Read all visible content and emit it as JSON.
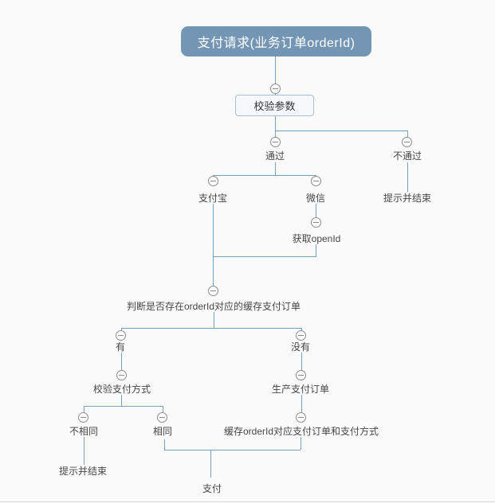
{
  "diagram": {
    "type": "mind-map-flowchart",
    "background": "#fafafa",
    "colors": {
      "root_node_fill": "#7496b5",
      "root_node_text": "#ffffff",
      "topic_box_fill": "#f5f9fc",
      "topic_box_border": "#a2c0d8",
      "connector_line": "#769fc0",
      "label_text": "#464646",
      "collapse_icon_gray": "#8c8c8c"
    },
    "nodes": {
      "root": {
        "label": "支付请求(业务订单orderId)"
      },
      "validate_params": {
        "label": "校验参数"
      },
      "pass": {
        "label": "通过"
      },
      "fail": {
        "label": "不通过"
      },
      "fail_end": {
        "label": "提示并结束"
      },
      "alipay": {
        "label": "支付宝"
      },
      "wechat": {
        "label": "微信"
      },
      "get_openid": {
        "label": "获取openId"
      },
      "check_cached": {
        "label": "判断是否存在orderId对应的缓存支付订单"
      },
      "yes": {
        "label": "有"
      },
      "no": {
        "label": "没有"
      },
      "verify_method": {
        "label": "校验支付方式"
      },
      "create_order": {
        "label": "生产支付订单"
      },
      "not_same": {
        "label": "不相同"
      },
      "same": {
        "label": "相同"
      },
      "cache_order": {
        "label": "缓存orderId对应支付订单和支付方式"
      },
      "not_same_end": {
        "label": "提示并结束"
      },
      "pay": {
        "label": "支付"
      }
    },
    "edges": [
      [
        "root",
        "validate_params"
      ],
      [
        "validate_params",
        "pass"
      ],
      [
        "validate_params",
        "fail"
      ],
      [
        "pass",
        "alipay"
      ],
      [
        "pass",
        "wechat"
      ],
      [
        "wechat",
        "get_openid"
      ],
      [
        "fail",
        "fail_end"
      ],
      [
        "alipay",
        "check_cached"
      ],
      [
        "get_openid",
        "check_cached"
      ],
      [
        "check_cached",
        "yes"
      ],
      [
        "check_cached",
        "no"
      ],
      [
        "yes",
        "verify_method"
      ],
      [
        "no",
        "create_order"
      ],
      [
        "verify_method",
        "not_same"
      ],
      [
        "verify_method",
        "same"
      ],
      [
        "create_order",
        "cache_order"
      ],
      [
        "not_same",
        "not_same_end"
      ],
      [
        "same",
        "pay"
      ],
      [
        "cache_order",
        "pay"
      ]
    ]
  }
}
